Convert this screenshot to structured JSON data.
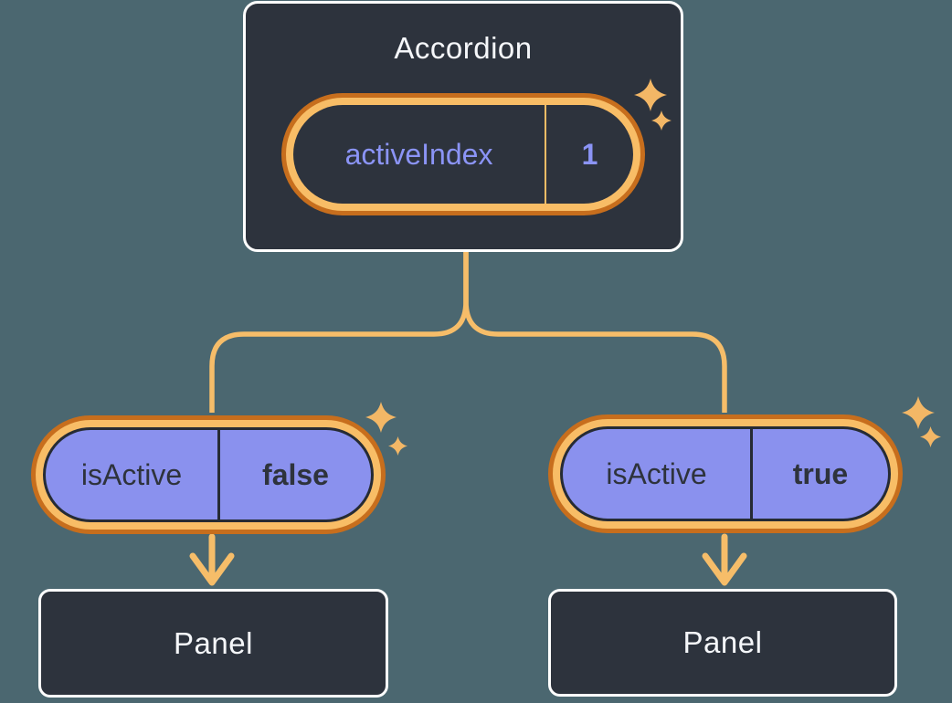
{
  "diagram": {
    "accordion": {
      "title": "Accordion",
      "state_label": "activeIndex",
      "state_value": "1"
    },
    "left_child": {
      "prop_label": "isActive",
      "prop_value": "false",
      "panel_title": "Panel"
    },
    "right_child": {
      "prop_label": "isActive",
      "prop_value": "true",
      "panel_title": "Panel"
    }
  },
  "colors": {
    "background": "#4b6770",
    "card_bg": "#2d333d",
    "card_border": "#ffffff",
    "pill_ring_outer": "#c76e1d",
    "pill_ring_inner": "#f8bd66",
    "purple_fill": "#8a91ee",
    "purple_text": "#8b94f6",
    "dark_text": "#2e333c",
    "light_text": "#f5f7fa",
    "connector": "#f6bd69",
    "sparkle": "#f3b766"
  }
}
